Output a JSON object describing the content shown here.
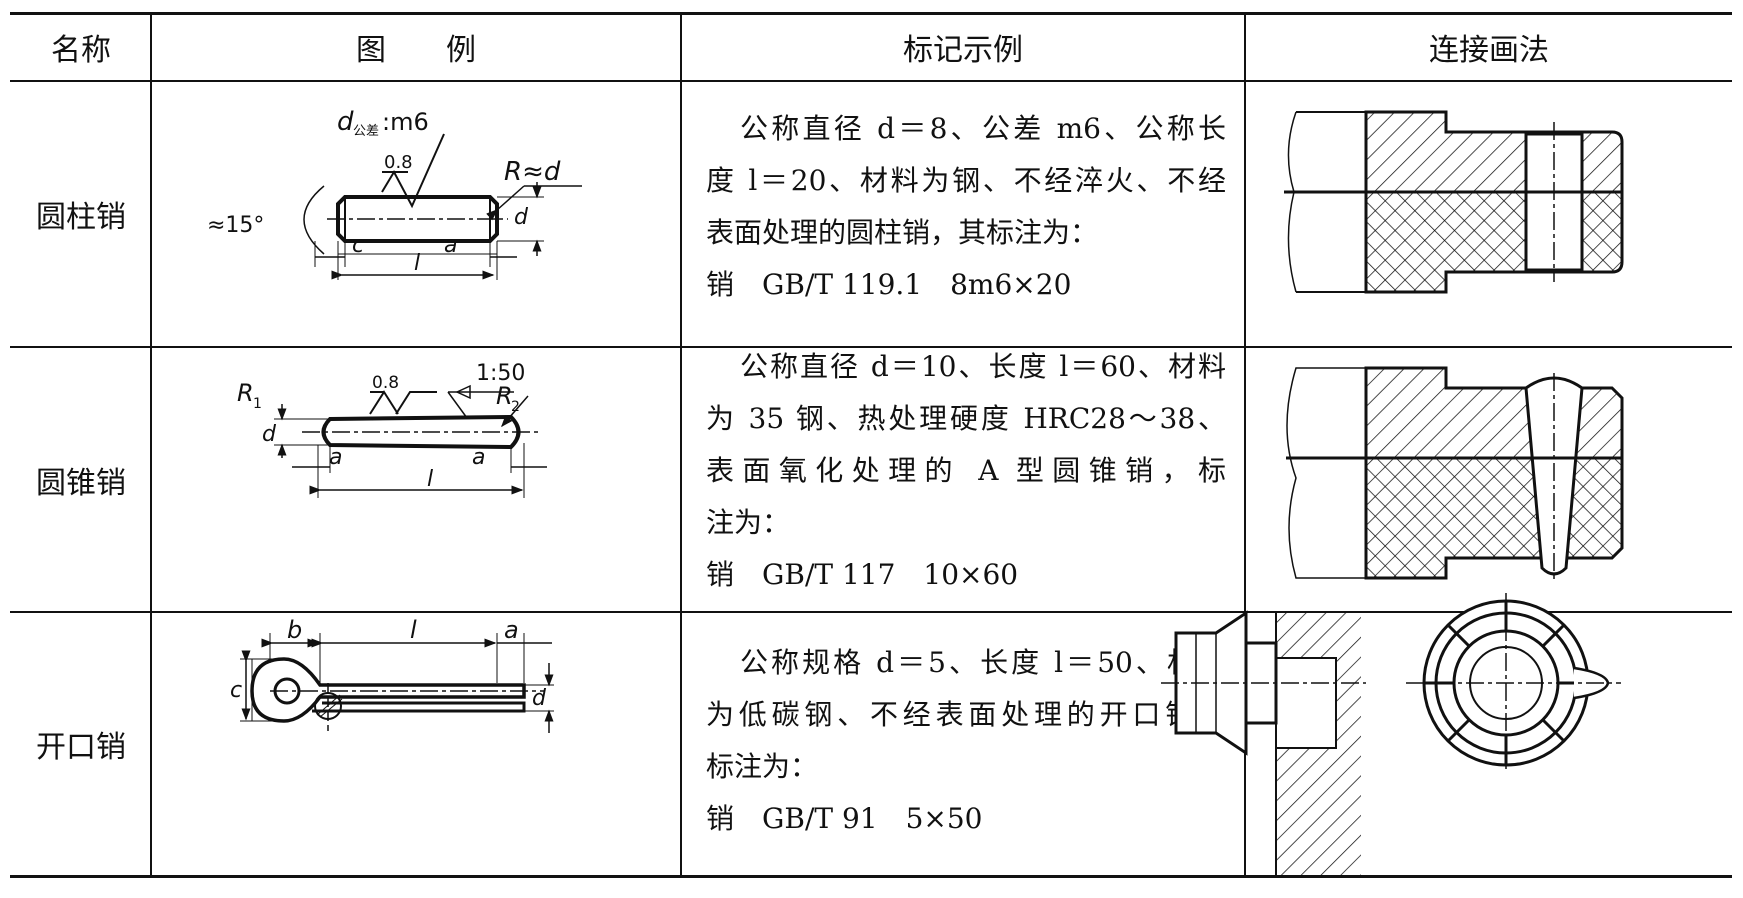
{
  "headers": {
    "name": "名称",
    "figure": "图　　例",
    "marking": "标记示例",
    "connection": "连接画法"
  },
  "rows": [
    {
      "name": "圆柱销",
      "lines": [
        "公称直径 d＝8、公差 m6、公称长",
        "度 l＝20、材料为钢、不经淬火、不经",
        "表面处理的圆柱销，其标注为："
      ],
      "code": "销　GB/T 119.1　8m6×20",
      "labels": {
        "d_tol": "d",
        "tol_sub": "公差",
        "tol_val": ":m6",
        "roughness": "0.8",
        "radius": "R≈d",
        "angle": "≈15°",
        "c": "c",
        "a": "a",
        "l": "l",
        "d": "d"
      }
    },
    {
      "name": "圆锥销",
      "lines": [
        "公称直径 d＝10、长度 l＝60、材料",
        "为 35 钢、热处理硬度 HRC28～38、",
        "表面氧化处理的 A 型圆锥销，标",
        "注为："
      ],
      "code": "销　GB/T 117　10×60",
      "labels": {
        "r1": "R",
        "r1_sub": "1",
        "r2": "R",
        "r2_sub": "2",
        "roughness": "0.8",
        "taper": "1:50",
        "d": "d",
        "a1": "a",
        "a2": "a",
        "l": "l"
      }
    },
    {
      "name": "开口销",
      "lines": [
        "公称规格 d＝5、长度 l＝50、材料",
        "为低碳钢、不经表面处理的开口销，",
        "标注为："
      ],
      "code": "销　GB/T 91　5×50",
      "labels": {
        "b": "b",
        "l": "l",
        "a": "a",
        "c": "c",
        "d": "d"
      }
    }
  ]
}
